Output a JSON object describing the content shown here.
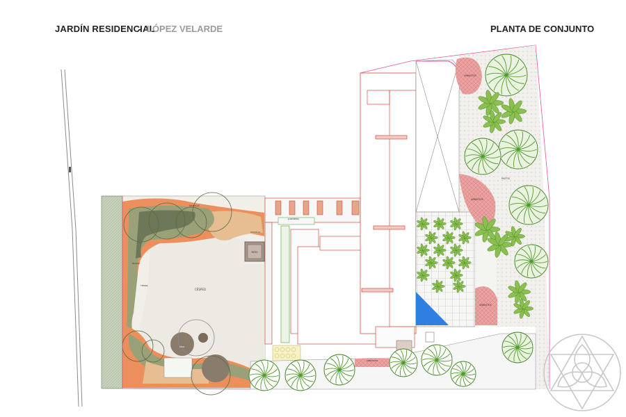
{
  "header": {
    "title": "JARDÍN RESIDENCIAL",
    "separator": "-",
    "subtitle": "LÓPEZ VELARDE",
    "sheet_name": "PLANTA DE CONJUNTO"
  },
  "labels": {
    "cesped": "CÉSPED",
    "patio": "PATIO",
    "pastos": "PASTOS",
    "arbustos": "ARBUSTOS",
    "jardinera": "JARDINERA",
    "gravilla": "GRAVILLA",
    "olivar": "OLIVAR",
    "tierra": "TIERRA",
    "piso": "PISO"
  },
  "colors": {
    "lawn": "#eceae3",
    "orange_bed": "#ec8f5c",
    "olive_bed": "#9aa178",
    "dark_planting": "#6d7858",
    "beige_bed": "#e7bd92",
    "pink_shrubs": "#e9a2a0",
    "grass_band": "#bcc9b0",
    "blue_pool": "#2f7fe0",
    "tree_green": "#4e9a2a",
    "line_pink": "#e0529b",
    "line_red": "#d74a3a",
    "logo_gray": "#c8c8c8"
  }
}
